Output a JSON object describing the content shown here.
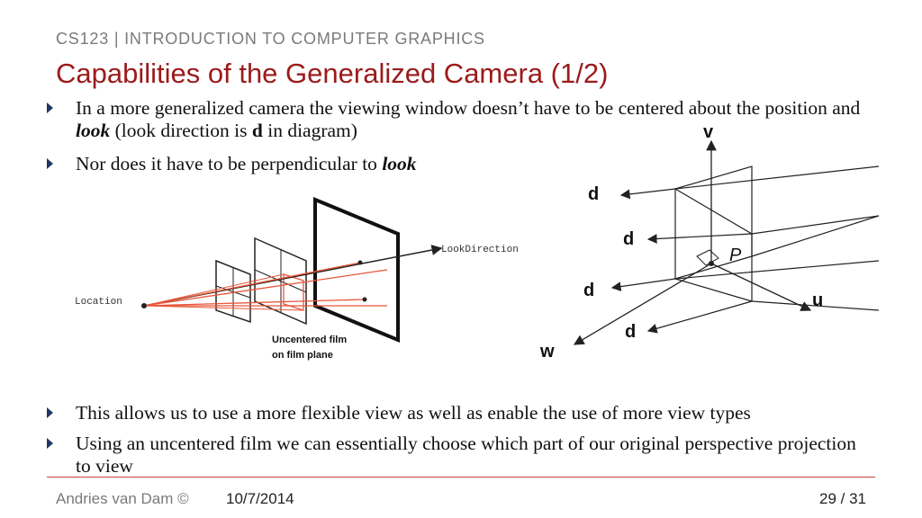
{
  "header": {
    "course": "CS123 | INTRODUCTION TO COMPUTER GRAPHICS",
    "title": "Capabilities of the Generalized Camera (1/2)"
  },
  "bullets": {
    "b1_part1": "In a more generalized camera the viewing window doesn’t have to be centered about the position and ",
    "b1_look": "look",
    "b1_part2": " (look direction is ",
    "b1_d": "d",
    "b1_part3": " in diagram)",
    "b2_part1": "Nor does it have to be perpendicular to ",
    "b2_look": "look",
    "b3": "This allows us to use a more flexible view as well as enable the use of more view types",
    "b4": "Using an uncentered film we can essentially choose which part of our original perspective projection to view"
  },
  "diagram_left": {
    "location_label": "Location",
    "look_label": "LookDirection",
    "caption_line1": "Uncentered film",
    "caption_line2": "on film plane"
  },
  "diagram_right": {
    "v_label": "v",
    "u_label": "u",
    "w_label": "w",
    "p_label": "P",
    "d1": "d",
    "d2": "d",
    "d3": "d",
    "d4": "d"
  },
  "footer": {
    "author": "Andries van Dam ©",
    "date": "10/7/2014",
    "page": "29 / 31"
  },
  "colors": {
    "title": "#9b1b1b",
    "bullet_arrow": "#1f3864",
    "ray_red": "#e8563a",
    "footer_rule": "#c9413f"
  },
  "icons": {
    "bullet": "triangle-right-icon"
  }
}
